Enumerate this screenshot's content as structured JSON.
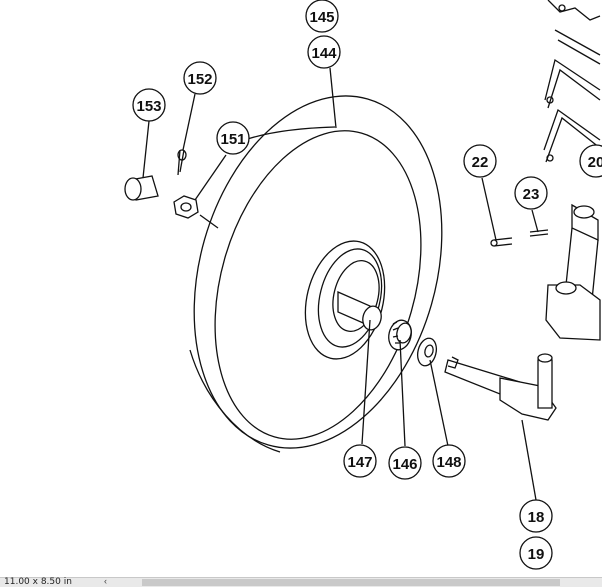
{
  "callouts": [
    {
      "id": "c145",
      "label": "145"
    },
    {
      "id": "c144",
      "label": "144"
    },
    {
      "id": "c152",
      "label": "152"
    },
    {
      "id": "c153",
      "label": "153"
    },
    {
      "id": "c151",
      "label": "151"
    },
    {
      "id": "c22",
      "label": "22"
    },
    {
      "id": "c23",
      "label": "23"
    },
    {
      "id": "c20",
      "label": "20"
    },
    {
      "id": "c147",
      "label": "147"
    },
    {
      "id": "c146",
      "label": "146"
    },
    {
      "id": "c148",
      "label": "148"
    },
    {
      "id": "c18",
      "label": "18"
    },
    {
      "id": "c19",
      "label": "19"
    }
  ],
  "statusbar": {
    "page_size": "11.00 x 8.50 in",
    "chevron": "‹"
  }
}
